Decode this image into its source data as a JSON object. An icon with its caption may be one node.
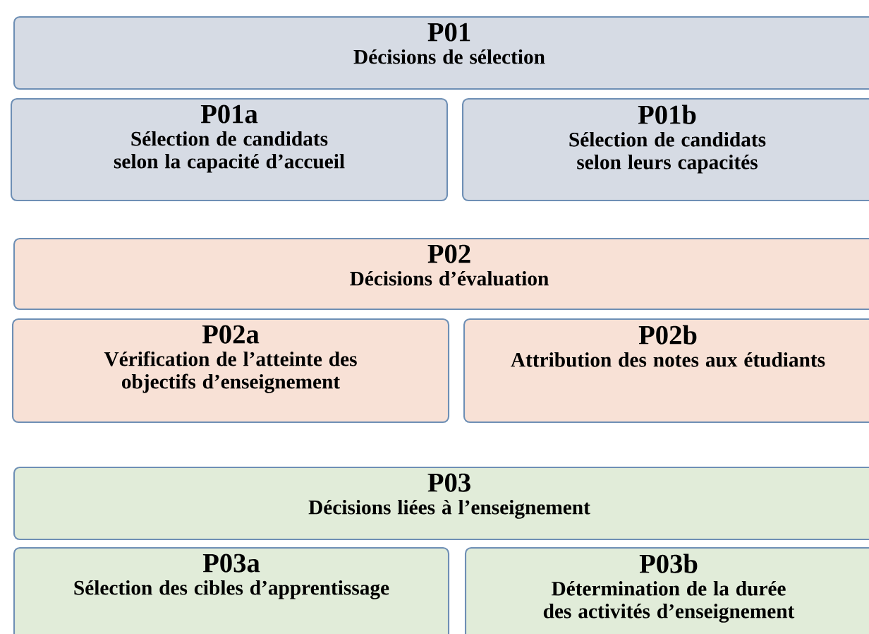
{
  "diagram": {
    "nodes": [
      {
        "text": [
          "P01",
          "Décisions de sélection"
        ]
      },
      {
        "text": [
          "P01a",
          "Sélection de candidats selon la capacité d’accueil"
        ]
      },
      {
        "text": [
          "P01b",
          "Sélection de candidats selon leurs capacités"
        ]
      },
      {
        "text": [
          "P02",
          "Décisions d’évaluation"
        ]
      },
      {
        "text": [
          "P02a",
          "Vérification de l’atteinte des objectifs d’enseignement"
        ]
      },
      {
        "text": [
          "P02b",
          "Attribution des notes aux étudiants"
        ]
      },
      {
        "text": [
          "P03",
          "Décisions liées à l’enseignement"
        ]
      },
      {
        "text": [
          "P03a",
          "Sélection des cibles d’apprentissage"
        ]
      },
      {
        "text": [
          "P03b",
          "Détermination de la durée des activités d’enseignement"
        ]
      }
    ]
  }
}
